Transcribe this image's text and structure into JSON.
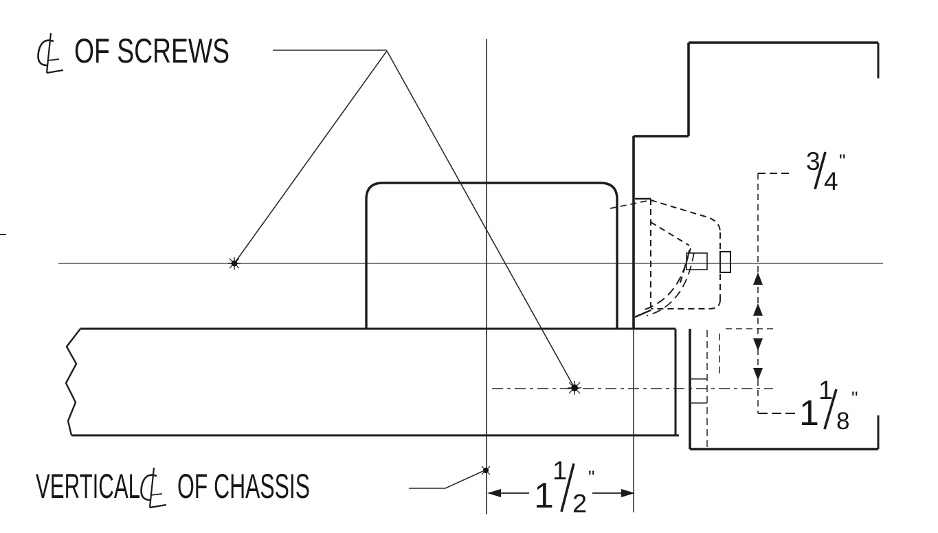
{
  "labels": {
    "of_screws": "OF SCREWS",
    "vertical": "VERTICAL",
    "of_chassis": "OF CHASSIS"
  },
  "dimensions": {
    "offset_top": {
      "numerator": "3",
      "denominator": "4",
      "unit": "\""
    },
    "offset_bottom": {
      "whole": "1",
      "numerator": "1",
      "denominator": "8",
      "unit": "\""
    },
    "horizontal": {
      "whole": "1",
      "numerator": "1",
      "denominator": "2",
      "unit": "\""
    }
  },
  "colors": {
    "ink": "#1c1c1c",
    "centerline_gray": "#6f6f6f",
    "background": "#ffffff"
  }
}
